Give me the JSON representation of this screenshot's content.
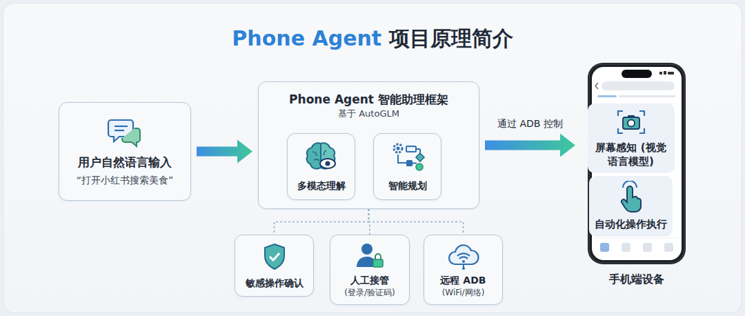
{
  "diagram": {
    "title": "Phone Agent 项目原理简介",
    "nodes": [
      {
        "text": [
          "用户自然语言输入",
          "“打开小红书搜索美食”"
        ]
      },
      {
        "text": [
          "Phone Agent 智能助理框架",
          "基于 AutoGLM"
        ]
      },
      {
        "text": [
          "多模态理解"
        ],
        "in": 1
      },
      {
        "text": [
          "智能规划"
        ],
        "in": 1
      },
      {
        "text": [
          "敏感操作确认"
        ]
      },
      {
        "text": [
          "人工接管",
          "(登录/验证码)"
        ]
      },
      {
        "text": [
          "远程 ADB",
          "(WiFi/网络)"
        ]
      },
      {
        "text": [
          "手机端设备"
        ]
      },
      {
        "text": [
          "屏幕感知 (视觉语言模型)"
        ],
        "in": 7
      },
      {
        "text": [
          "自动化操作执行"
        ],
        "in": 7
      }
    ],
    "edges": [
      {
        "from": 0,
        "to": 1,
        "arrow": "to"
      },
      {
        "from": 1,
        "to": 7,
        "label": "通过 ADB 控制",
        "arrow": "to"
      },
      {
        "from": 2,
        "to": 3,
        "arrow": "none"
      },
      {
        "from": 1,
        "to": 4,
        "arrow": "none"
      },
      {
        "from": 1,
        "to": 5,
        "arrow": "none"
      },
      {
        "from": 1,
        "to": 6,
        "arrow": "none"
      }
    ]
  }
}
